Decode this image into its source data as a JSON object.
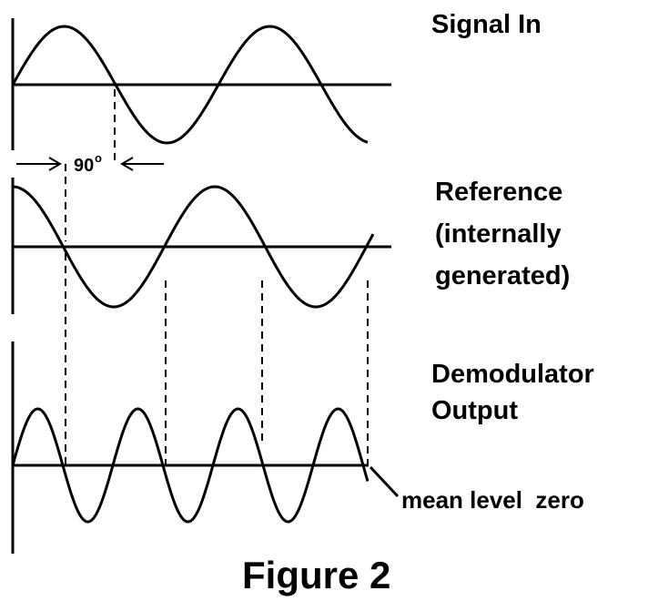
{
  "labels": {
    "signal_in": "Signal In",
    "reference_line1": "Reference",
    "reference_line2": "(internally",
    "reference_line3": "generated)",
    "demod_line1": "Demodulator",
    "demod_line2": "Output",
    "mean_level": "mean level  zero",
    "phase": "90",
    "degree": "o",
    "caption": "Figure 2"
  },
  "colors": {
    "ink": "#000000",
    "background": "#ffffff"
  },
  "waveforms": [
    {
      "name": "signal-in",
      "phase_deg": 0,
      "cycles": 2
    },
    {
      "name": "reference",
      "phase_deg": 90,
      "cycles": 2
    },
    {
      "name": "demodulator-output",
      "frequency_multiple": 2,
      "mean_level": 0
    }
  ]
}
